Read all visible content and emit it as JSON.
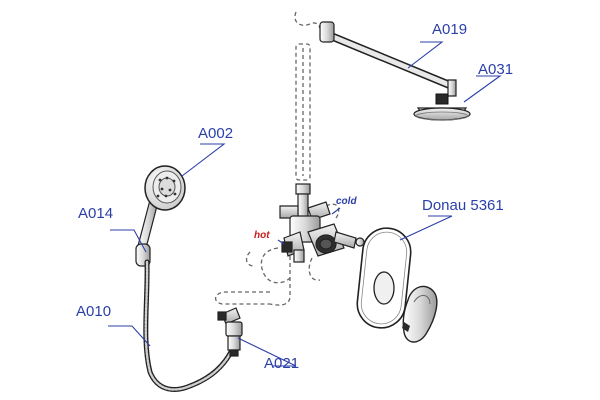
{
  "colors": {
    "label": "#2b3fa8",
    "leader": "#2b3fa8",
    "hot": "#c81e1e",
    "cold": "#2b3fa8",
    "outline": "#222222",
    "dashed": "#666666"
  },
  "labels": {
    "a019": "A019",
    "a031": "A031",
    "a002": "A002",
    "a014": "A014",
    "a010": "A010",
    "a021": "A021",
    "model": "Donau 5361",
    "hot": "hot",
    "cold": "cold"
  }
}
